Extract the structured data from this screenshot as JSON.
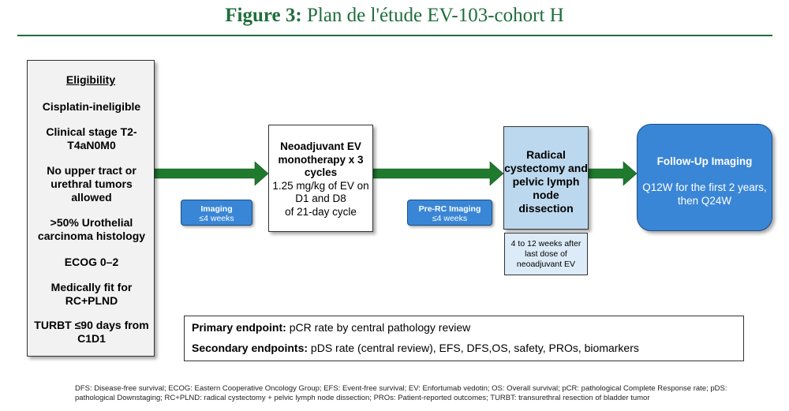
{
  "title": {
    "prefix": "Figure 3:",
    "text": "Plan de l'étude EV-103-cohort H",
    "color": "#1f6e3c"
  },
  "eligibility": {
    "heading": "Eligibility",
    "items": [
      "Cisplatin-ineligible",
      "Clinical stage T2-T4aN0M0",
      "No upper tract or urethral tumors allowed",
      ">50% Urothelial carcinoma histology",
      "ECOG 0–2",
      "Medically fit for RC+PLND",
      "TURBT ≤90 days from C1D1"
    ]
  },
  "neoadjuvant": {
    "title": "Neoadjuvant EV monotherapy x 3 cycles",
    "dose": "1.25 mg/kg of EV on D1 and D8",
    "cycle": "of 21-day cycle"
  },
  "imaging_pill": {
    "label": "Imaging",
    "timing": "≤4 weeks"
  },
  "prerc_pill": {
    "label": "Pre-RC Imaging",
    "timing": "≤4 weeks"
  },
  "surgery": {
    "title": "Radical cystectomy and pelvic lymph node dissection",
    "timing": "4 to 12 weeks after last dose of neoadjuvant EV"
  },
  "followup": {
    "title": "Follow-Up Imaging",
    "body": "Q12W for the first 2 years, then Q24W"
  },
  "endpoints": {
    "primary_label": "Primary endpoint:",
    "primary_text": "pCR rate by central pathology review",
    "secondary_label": "Secondary endpoints:",
    "secondary_text": "pDS rate (central review), EFS, DFS,OS, safety, PROs, biomarkers"
  },
  "footnote": "DFS: Disease-free survival; ECOG: Eastern Cooperative Oncology Group; EFS: Event-free survival; EV: Enfortumab vedotin; OS: Overall survival; pCR: pathological Complete Response rate; pDS: pathological Downstaging; RC+PLND: radical cystectomy + pelvic lymph node dissection; PROs: Patient-reported outcomes; TURBT: transurethral resection of bladder tumor",
  "colors": {
    "arrow": "#1f7a2e",
    "box_grey": "#f2f2f2",
    "box_lightblue": "#bcd8ee",
    "timing_blue": "#dcebf7",
    "accent_blue": "#3a86d6"
  }
}
